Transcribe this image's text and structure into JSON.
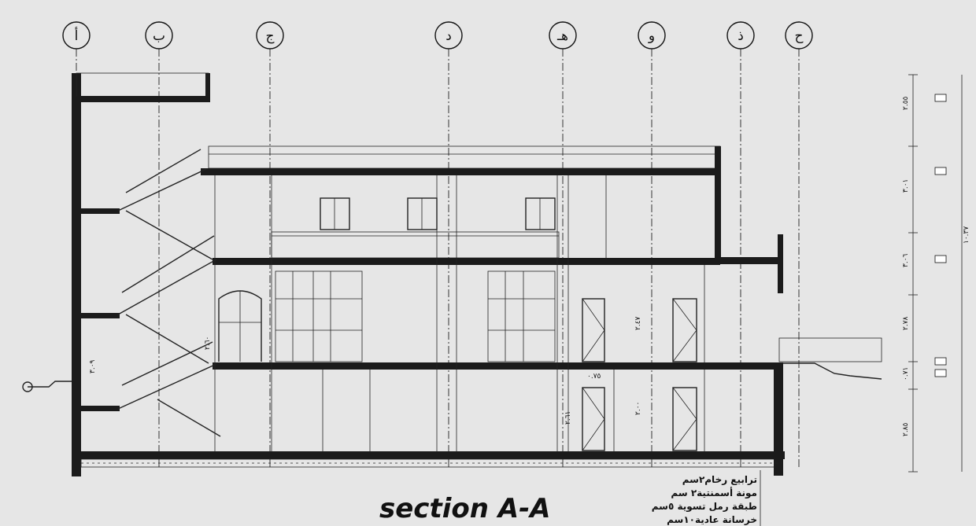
{
  "axes": [
    "أ",
    "ب",
    "ج",
    "د",
    "هـ",
    "و",
    "ذ",
    "ح"
  ],
  "title": "section A-A",
  "floor_layers": [
    "ترابيع رخام٢سم",
    "مونة أسمنتية٢ سم",
    "طبقة رمل تسوية ٥سم",
    "خرسانة عادية١٠سم"
  ],
  "vertical_dims": [
    "٢.٥٥",
    "٣.٠١",
    "٣.٠٦",
    "٢.٧٨",
    "٠.٧١",
    "٢.٨٥"
  ],
  "total_height": "١٠.٣٧",
  "dims": {
    "door_height_1": "٢.٤٧",
    "door_height_2": "٢.٠٠",
    "door_height_3": "٢.٦١",
    "window_width": "٠.٧٥",
    "stair_height": "٣.٠٩",
    "stair_landing": "٢.٦٠"
  }
}
